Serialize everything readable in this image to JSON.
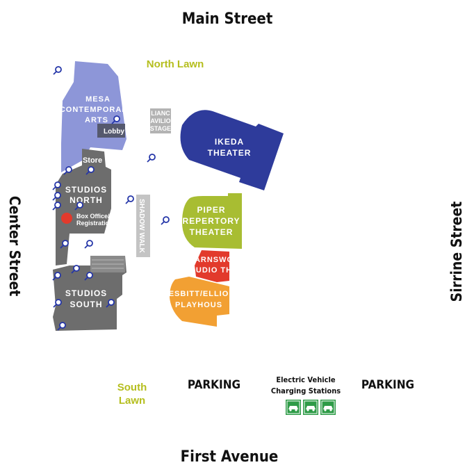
{
  "streets": {
    "north": "Main Street",
    "south": "First Avenue",
    "west": "Center Street",
    "east": "Sirrine Street"
  },
  "lawns": {
    "north": "North Lawn",
    "south_line1": "South",
    "south_line2": "Lawn",
    "color": "#b5be1e"
  },
  "buildings": {
    "mesa_contemporary_arts": {
      "line1": "MESA",
      "line2": "CONTEMPORARY",
      "line3": "ARTS",
      "color": "#8d96d8"
    },
    "lobby": "Lobby",
    "store": "Store",
    "studios_north": {
      "line1": "STUDIOS",
      "line2": "NORTH",
      "color": "#6d6d6d"
    },
    "box_office": {
      "line1": "Box Office/",
      "line2": "Registration"
    },
    "studios_south": {
      "line1": "STUDIOS",
      "line2": "SOUTH",
      "color": "#6d6d6d"
    },
    "alliance_pavilion_stage": {
      "line1": "LIANC",
      "line2": "AVILIO",
      "line3": "STAGE"
    },
    "shadow_walk": "SHADOW WALK",
    "ikeda_theater": {
      "line1": "IKEDA",
      "line2": "THEATER",
      "color": "#2e3b9b"
    },
    "piper_repertory_theater": {
      "line1": "PIPER",
      "line2": "REPERTORY",
      "line3": "THEATER",
      "color": "#a8bd32"
    },
    "farnsworth_studio_theater": {
      "line1": "ARNSWO",
      "line2": "UDIO TH",
      "color": "#e23a2c"
    },
    "nesbitt_elliott_playhouse": {
      "line1": "ESBITT/ELLIO",
      "line2": "PLAYHOUS",
      "color": "#f2a033"
    }
  },
  "parking": {
    "left": "PARKING",
    "right": "PARKING",
    "ev_line1": "Electric  Vehicle",
    "ev_line2": "Charging  Stations",
    "ev_station_count": 3,
    "ev_color": "#2e9b47"
  },
  "icons": {
    "marker": "search-magnifier-icon",
    "box_office_marker": "red-dot-icon",
    "ev": "electric-car-icon"
  }
}
